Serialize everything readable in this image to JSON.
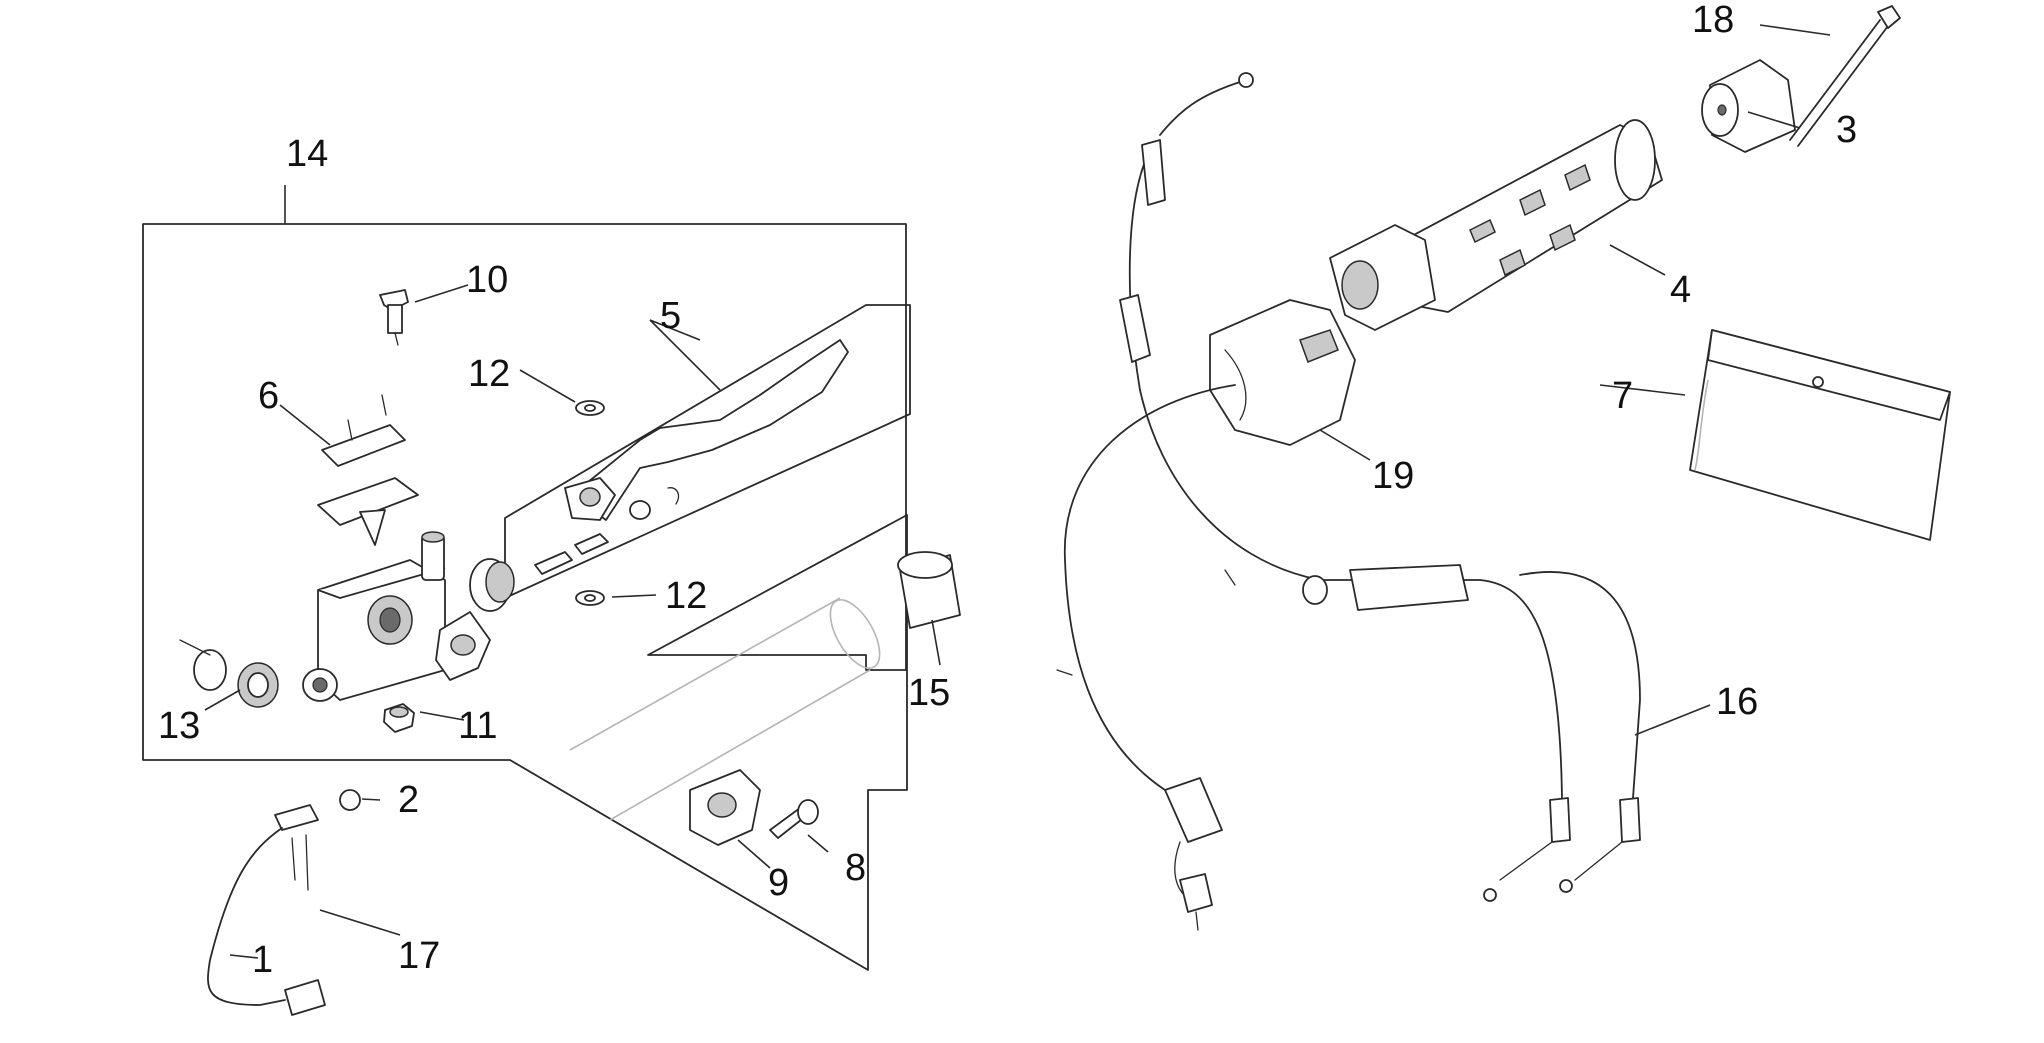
{
  "labels": {
    "l1": "1",
    "l2": "2",
    "l3": "3",
    "l4": "4",
    "l5": "5",
    "l6": "6",
    "l7": "7",
    "l8": "8",
    "l9": "9",
    "l10": "10",
    "l11": "11",
    "l12a": "12",
    "l12b": "12",
    "l13": "13",
    "l14": "14",
    "l15": "15",
    "l16": "16",
    "l17": "17",
    "l18": "18",
    "l19": "19"
  },
  "colors": {
    "line": "#2a2a2a",
    "shade": "#c9c9c9",
    "background": "#ffffff"
  }
}
